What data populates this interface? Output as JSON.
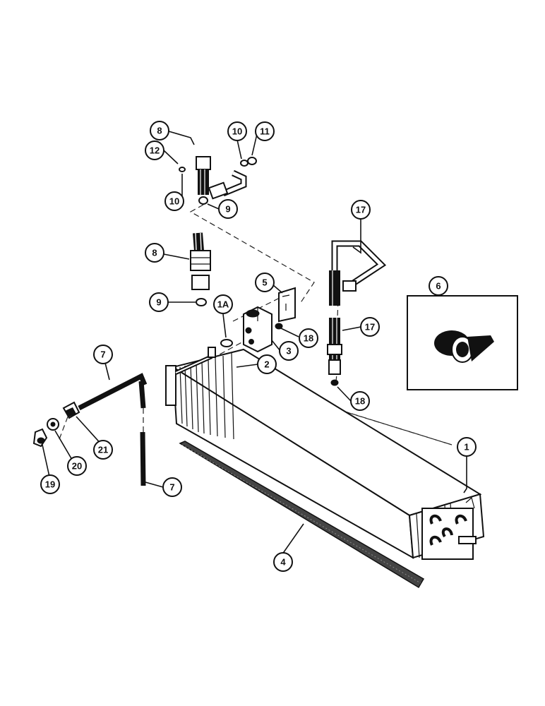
{
  "callouts": [
    {
      "id": "c8a",
      "label": "8"
    },
    {
      "id": "c12",
      "label": "12"
    },
    {
      "id": "c10a",
      "label": "10"
    },
    {
      "id": "c11",
      "label": "11"
    },
    {
      "id": "c10b",
      "label": "10"
    },
    {
      "id": "c9a",
      "label": "9"
    },
    {
      "id": "c17a",
      "label": "17"
    },
    {
      "id": "c8b",
      "label": "8"
    },
    {
      "id": "c9b",
      "label": "9"
    },
    {
      "id": "c5",
      "label": "5"
    },
    {
      "id": "c1a",
      "label": "1A"
    },
    {
      "id": "c6",
      "label": "6"
    },
    {
      "id": "c18a",
      "label": "18"
    },
    {
      "id": "c3",
      "label": "3"
    },
    {
      "id": "c17b",
      "label": "17"
    },
    {
      "id": "c2",
      "label": "2"
    },
    {
      "id": "c7a",
      "label": "7"
    },
    {
      "id": "c18b",
      "label": "18"
    },
    {
      "id": "c21",
      "label": "21"
    },
    {
      "id": "c1",
      "label": "1"
    },
    {
      "id": "c19",
      "label": "19"
    },
    {
      "id": "c20",
      "label": "20"
    },
    {
      "id": "c7b",
      "label": "7"
    },
    {
      "id": "c4",
      "label": "4"
    }
  ]
}
